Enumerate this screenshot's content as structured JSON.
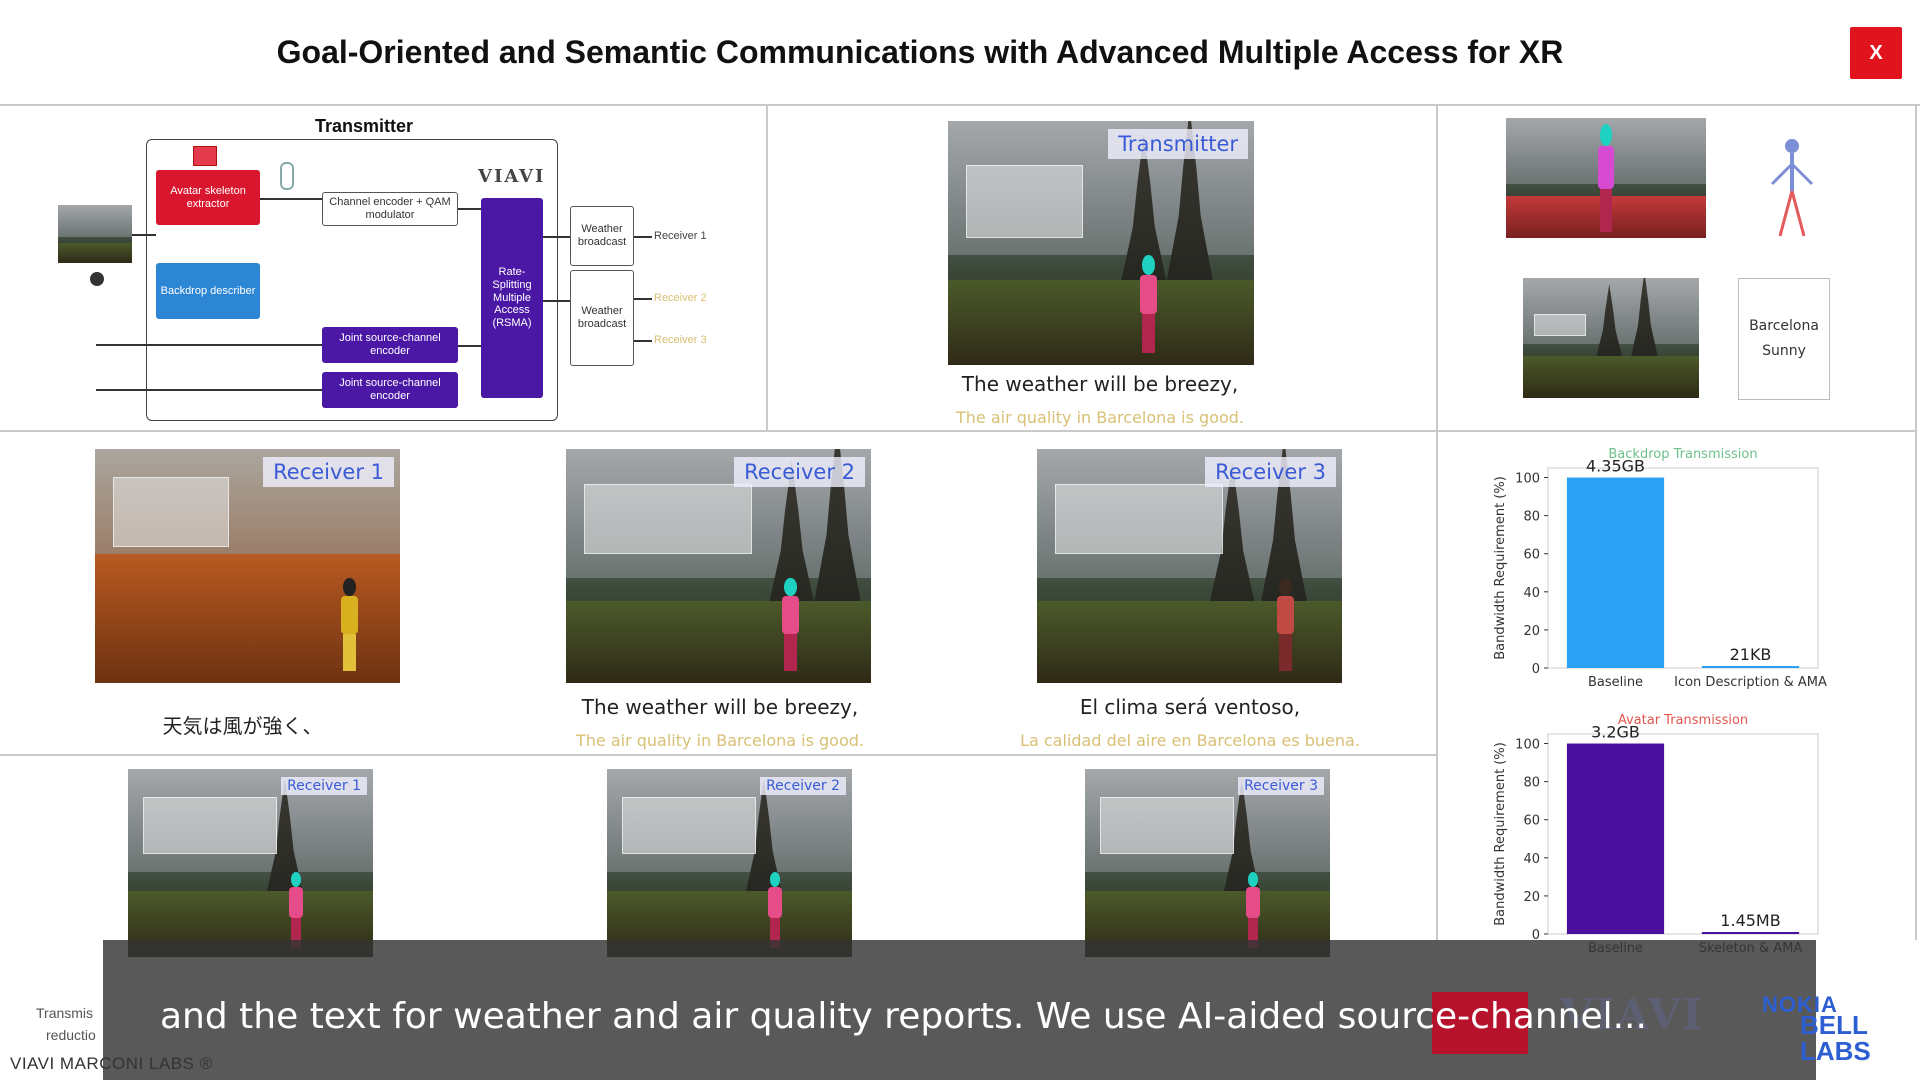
{
  "header": {
    "title": "Goal-Oriented and Semantic Communications with Advanced Multiple Access for XR",
    "close_label": "X"
  },
  "diagram": {
    "title": "Transmitter",
    "viavi_label": "VIAVI",
    "avatar_extractor": "Avatar skeleton extractor",
    "channel_encoder": "Channel encoder + QAM modulator",
    "backdrop_describer": "Backdrop describer",
    "joint_encoder_1": "Joint source-channel encoder",
    "joint_encoder_2": "Joint source-channel encoder",
    "rsma": "Rate-Splitting Multiple Access (RSMA)",
    "weather_broadcast_1": "Weather broadcast",
    "weather_broadcast_2": "Weather broadcast",
    "receiver_1": "Receiver 1",
    "receiver_2": "Receiver 2",
    "receiver_3": "Receiver 3"
  },
  "transmitter_panel": {
    "tag": "Transmitter",
    "caption": "The weather will be breezy,",
    "subcaption": "The air quality in Barcelona is good."
  },
  "icon_panel": {
    "label_line1": "Barcelona",
    "label_line2": "Sunny"
  },
  "receivers": [
    {
      "tag": "Receiver 1",
      "caption": "天気は風が強く、",
      "subcaption": ""
    },
    {
      "tag": "Receiver 2",
      "caption": "The weather will be breezy,",
      "subcaption": "The air quality in Barcelona is good."
    },
    {
      "tag": "Receiver 3",
      "caption": "El clima será ventoso,",
      "subcaption": "La calidad del aire en Barcelona es buena."
    }
  ],
  "bottom_row_tags": [
    "Receiver 1",
    "Receiver 2",
    "Receiver 3"
  ],
  "chart_data": [
    {
      "type": "bar",
      "title": "Backdrop Transmission",
      "ylabel": "Bandwidth Requirement (%)",
      "categories": [
        "Baseline",
        "Icon Description & AMA"
      ],
      "values": [
        100,
        0.5
      ],
      "data_labels": [
        "4.35GB",
        "21KB"
      ],
      "yticks": [
        0,
        20,
        40,
        60,
        80,
        100
      ],
      "ylim": [
        0,
        105
      ],
      "colors": [
        "#2aa1f2",
        "#2aa1f2"
      ],
      "title_color": "#6fbf8c"
    },
    {
      "type": "bar",
      "title": "Avatar Transmission",
      "ylabel": "Bandwidth Requirement (%)",
      "categories": [
        "Baseline",
        "Skeleton & AMA"
      ],
      "values": [
        100,
        0.5
      ],
      "data_labels": [
        "3.2GB",
        "1.45MB"
      ],
      "yticks": [
        0,
        20,
        40,
        60,
        80,
        100
      ],
      "ylim": [
        0,
        105
      ],
      "colors": [
        "#4a0f9c",
        "#4a0f9c"
      ],
      "title_color": "#e2564e"
    }
  ],
  "subtitle": "and the text for weather and air quality reports. We use AI-aided source-channel...",
  "footer": {
    "lab": "VIAVI MARCONI LABS ®",
    "faded_1": "Transmis",
    "faded_2": "reductio",
    "viavi_logo": "VIAVI",
    "nokia_logo": "NOKIA",
    "bell_logo_1": "BELL",
    "bell_logo_2": "LABS"
  }
}
